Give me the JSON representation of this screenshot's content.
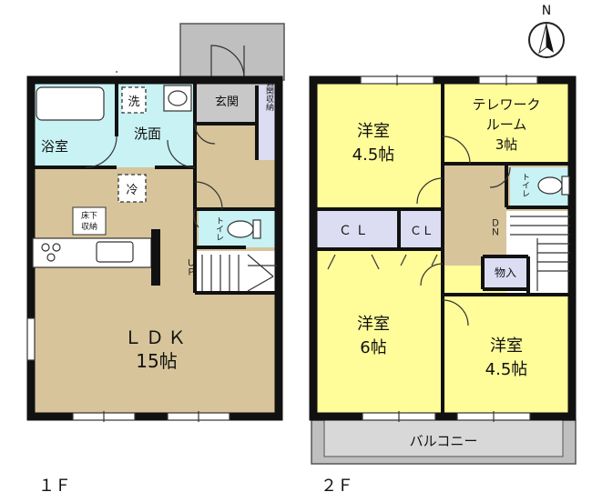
{
  "compass": {
    "north_label": "N"
  },
  "floor1": {
    "floor_label": "１Ｆ",
    "rooms": {
      "bath": "浴室",
      "wash_machine": "洗",
      "washroom": "洗面",
      "entrance": "玄関",
      "entrance_storage": "玄関収納",
      "fridge": "冷",
      "underfloor_storage": [
        "床下",
        "収納"
      ],
      "toilet": "トイレ",
      "stairs_up": "ＵＰ",
      "ldk": "ＬＤＫ",
      "ldk_size": "15帖"
    }
  },
  "floor2": {
    "floor_label": "２Ｆ",
    "rooms": {
      "western_nw": "洋室",
      "western_nw_size": "4.5帖",
      "telework_line1": "テレワーク",
      "telework_line2": "ルーム",
      "telework_size": "3帖",
      "closet_a": "ＣＬ",
      "closet_b": "ＣＬ",
      "toilet": "トイレ",
      "stairs_down": "ＤＮ",
      "storage": "物入",
      "western_sw": "洋室",
      "western_sw_size": "6帖",
      "western_se": "洋室",
      "western_se_size": "4.5帖",
      "balcony": "バルコニー"
    }
  },
  "colors": {
    "ldk_floor": "#d7c49a",
    "bedroom": "#fffc9a",
    "wet_area": "#c8f2f4",
    "closet": "#dcdcf2",
    "exterior": "#bfbfbf",
    "wall": "#111111"
  }
}
